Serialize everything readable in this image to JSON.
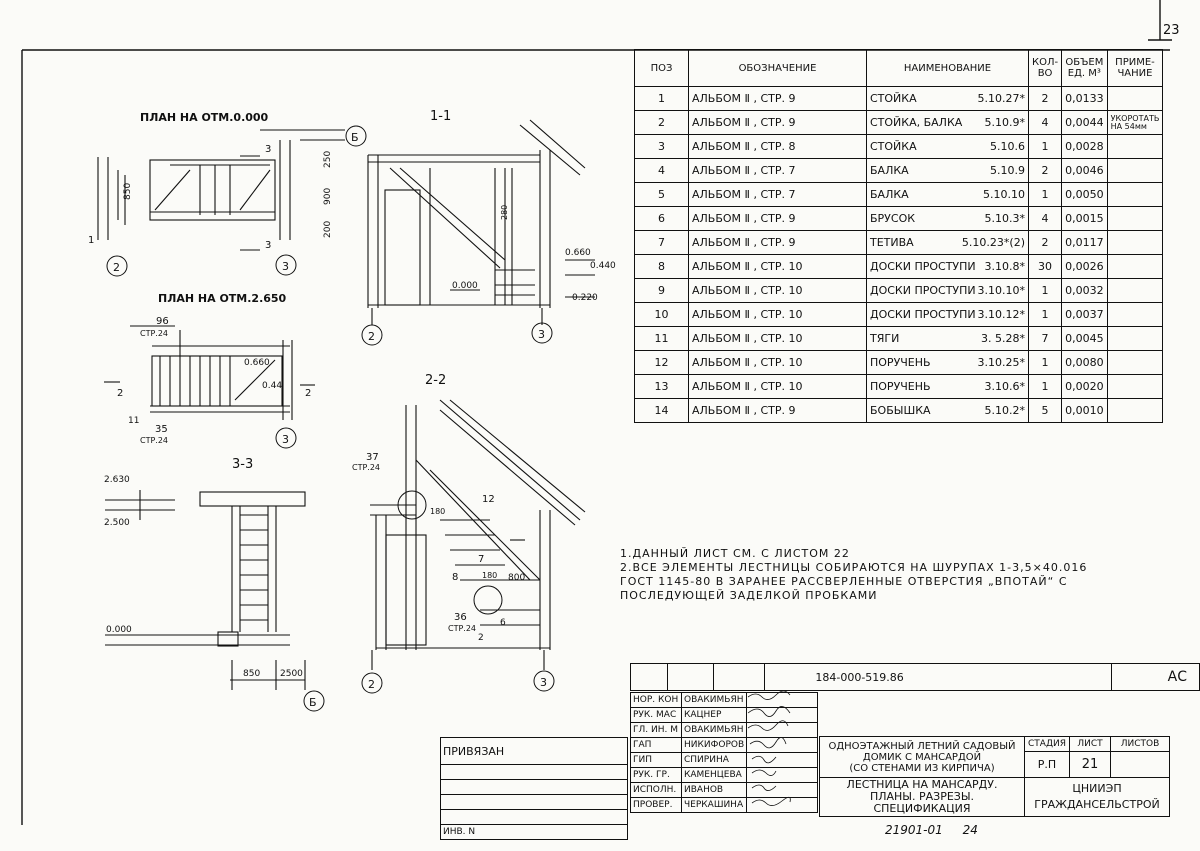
{
  "page_number": "23",
  "spec_table": {
    "headers": {
      "pos": "ПОЗ",
      "designation": "ОБОЗНАЧЕНИЕ",
      "name": "НАИМЕНОВАНИЕ",
      "qty": "КОЛ-ВО",
      "volume": "ОБЪЕМ ЕД. М³",
      "note": "ПРИМЕ-ЧАНИЕ"
    },
    "rows": [
      {
        "pos": "1",
        "designation": "АЛЬБОМ Ⅱ , СТР. 9",
        "name": "СТОЙКА",
        "code": "5.10.27*",
        "qty": "2",
        "volume": "0,0133",
        "note": ""
      },
      {
        "pos": "2",
        "designation": "АЛЬБОМ Ⅱ , СТР. 9",
        "name": "СТОЙКА, БАЛКА",
        "code": "5.10.9*",
        "qty": "4",
        "volume": "0,0044",
        "note": "УКОРОТАТЬ НА 54мм"
      },
      {
        "pos": "3",
        "designation": "АЛЬБОМ Ⅱ , СТР. 8",
        "name": "СТОЙКА",
        "code": "5.10.6",
        "qty": "1",
        "volume": "0,0028",
        "note": ""
      },
      {
        "pos": "4",
        "designation": "АЛЬБОМ Ⅱ , СТР. 7",
        "name": "БАЛКА",
        "code": "5.10.9",
        "qty": "2",
        "volume": "0,0046",
        "note": ""
      },
      {
        "pos": "5",
        "designation": "АЛЬБОМ Ⅱ , СТР. 7",
        "name": "БАЛКА",
        "code": "5.10.10",
        "qty": "1",
        "volume": "0,0050",
        "note": ""
      },
      {
        "pos": "6",
        "designation": "АЛЬБОМ Ⅱ , СТР. 9",
        "name": "БРУСОК",
        "code": "5.10.3*",
        "qty": "4",
        "volume": "0,0015",
        "note": ""
      },
      {
        "pos": "7",
        "designation": "АЛЬБОМ Ⅱ , СТР. 9",
        "name": "ТЕТИВА",
        "code": "5.10.23*(2)",
        "qty": "2",
        "volume": "0,0117",
        "note": ""
      },
      {
        "pos": "8",
        "designation": "АЛЬБОМ Ⅱ , СТР. 10",
        "name": "ДОСКИ ПРОСТУПИ",
        "code": "3.10.8*",
        "qty": "30",
        "volume": "0,0026",
        "note": ""
      },
      {
        "pos": "9",
        "designation": "АЛЬБОМ Ⅱ , СТР. 10",
        "name": "ДОСКИ ПРОСТУПИ",
        "code": "3.10.10*",
        "qty": "1",
        "volume": "0,0032",
        "note": ""
      },
      {
        "pos": "10",
        "designation": "АЛЬБОМ Ⅱ , СТР. 10",
        "name": "ДОСКИ ПРОСТУПИ",
        "code": "3.10.12*",
        "qty": "1",
        "volume": "0,0037",
        "note": ""
      },
      {
        "pos": "11",
        "designation": "АЛЬБОМ Ⅱ , СТР. 10",
        "name": "ТЯГИ",
        "code": "3. 5.28*",
        "qty": "7",
        "volume": "0,0045",
        "note": ""
      },
      {
        "pos": "12",
        "designation": "АЛЬБОМ Ⅱ , СТР. 10",
        "name": "ПОРУЧЕНЬ",
        "code": "3.10.25*",
        "qty": "1",
        "volume": "0,0080",
        "note": ""
      },
      {
        "pos": "13",
        "designation": "АЛЬБОМ Ⅱ , СТР. 10",
        "name": "ПОРУЧЕНЬ",
        "code": "3.10.6*",
        "qty": "1",
        "volume": "0,0020",
        "note": ""
      },
      {
        "pos": "14",
        "designation": "АЛЬБОМ Ⅱ , СТР. 9",
        "name": "БОБЫШКА",
        "code": "5.10.2*",
        "qty": "5",
        "volume": "0,0010",
        "note": ""
      }
    ]
  },
  "notes": [
    "1.ДАННЫЙ ЛИСТ СМ. С ЛИСТОМ 22",
    "2.ВСЕ ЭЛЕМЕНТЫ ЛЕСТНИЦЫ СОБИРАЮТСЯ НА ШУРУПАХ 1-3,5×40.016",
    "ГОСТ 1145-80 В ЗАРАНЕЕ РАССВЕРЛЕННЫЕ ОТВЕРСТИЯ „ВПОТАЙ“ С",
    "ПОСЛЕДУЮЩЕЙ ЗАДЕЛКОЙ ПРОБКАМИ"
  ],
  "drawing": {
    "plan_0": "ПЛАН НА ОТМ.0.000",
    "plan_2650": "ПЛАН НА ОТМ.2.650",
    "section_1": "1-1",
    "section_2": "2-2",
    "section_3": "3-3",
    "axis_b": "Б",
    "axis_2": "2",
    "axis_3": "3",
    "dims": {
      "d250": "250",
      "d900": "900",
      "d200": "200",
      "d850": "850",
      "d3": "3",
      "d1": "1",
      "d2": "2",
      "d96": "96",
      "str24": "СТР.24",
      "d0660": "0.660",
      "d044": "0.44",
      "d35": "35",
      "d11": "11",
      "e0660": "0.660",
      "e0440": "0.440",
      "e0220": "0.220",
      "e0000": "0.000",
      "e2630": "2.630",
      "e2500": "2.500",
      "e0000b": "0.000",
      "d850b": "850",
      "d2500": "2500",
      "d37": "37",
      "d12": "12",
      "d7": "7",
      "d8": "8",
      "d800": "800",
      "d36": "36",
      "d180": "180",
      "d6": "6",
      "d2b": "2",
      "d280": "280"
    }
  },
  "title_block": {
    "doc_code": "184-000-519.86",
    "mark": "АС",
    "roles": [
      {
        "role": "НОР. КОН",
        "name": "ОВАКИМЬЯН"
      },
      {
        "role": "РУК. МАС",
        "name": "КАЦНЕР"
      },
      {
        "role": "ГЛ. ИН. М",
        "name": "ОВАКИМЬЯН"
      },
      {
        "role": "ГАП",
        "name": "НИКИФОРОВ"
      },
      {
        "role": "ГИП",
        "name": "СПИРИНА"
      },
      {
        "role": "РУК. ГР.",
        "name": "КАМЕНЦЕВА"
      },
      {
        "role": "ИСПОЛН.",
        "name": "ИВАНОВ"
      },
      {
        "role": "ПРОВЕР.",
        "name": "ЧЕРКАШИНА"
      }
    ],
    "privyazan": "ПРИВЯЗАН",
    "inv": "ИНВ. N",
    "project_title": [
      "ОДНОЭТАЖНЫЙ ЛЕТНИЙ САДОВЫЙ",
      "ДОМИК С МАНСАРДОЙ",
      "(СО СТЕНАМИ ИЗ КИРПИЧА)"
    ],
    "sheet_title": [
      "ЛЕСТНИЦА НА МАНСАРДУ.",
      "ПЛАНЫ. РАЗРЕЗЫ.",
      "СПЕЦИФИКАЦИЯ"
    ],
    "stage_label": "СТАДИЯ",
    "sheet_label": "ЛИСТ",
    "sheets_label": "ЛИСТОВ",
    "stage": "Р.П",
    "sheet": "21",
    "org": [
      "ЦНИИЭП",
      "ГРАЖДАНСЕЛЬСТРОЙ"
    ],
    "footer_code": "21901-01",
    "footer_num": "24"
  }
}
